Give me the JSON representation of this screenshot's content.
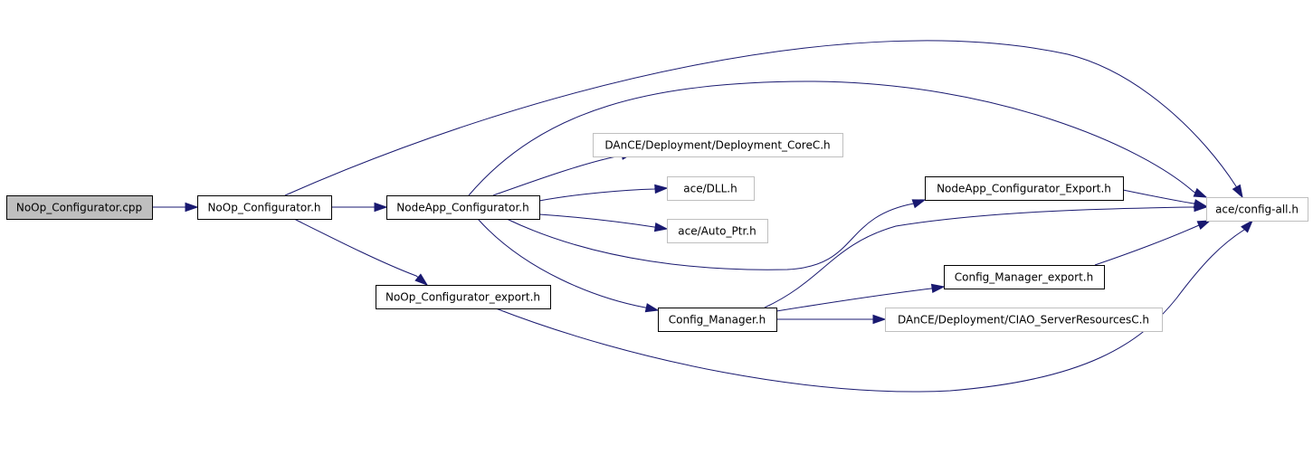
{
  "diagram": {
    "type": "include-dependency-graph",
    "colors": {
      "edge": "#191970",
      "root_fill": "#bfbfbf",
      "node_fill": "#ffffff",
      "node_border": "#000000",
      "external_border": "#bfbfbf"
    },
    "nodes": [
      {
        "id": "noop_cpp",
        "label": "NoOp_Configurator.cpp",
        "style": "root"
      },
      {
        "id": "noop_h",
        "label": "NoOp_Configurator.h",
        "style": "normal"
      },
      {
        "id": "nodeapp_h",
        "label": "NodeApp_Configurator.h",
        "style": "normal"
      },
      {
        "id": "noop_export_h",
        "label": "NoOp_Configurator_export.h",
        "style": "normal"
      },
      {
        "id": "deployment_corec_h",
        "label": "DAnCE/Deployment/Deployment_CoreC.h",
        "style": "external"
      },
      {
        "id": "ace_dll_h",
        "label": "ace/DLL.h",
        "style": "external"
      },
      {
        "id": "ace_autoptr_h",
        "label": "ace/Auto_Ptr.h",
        "style": "external"
      },
      {
        "id": "nodeapp_export_h",
        "label": "NodeApp_Configurator_Export.h",
        "style": "normal"
      },
      {
        "id": "config_manager_h",
        "label": "Config_Manager.h",
        "style": "normal"
      },
      {
        "id": "config_manager_export_h",
        "label": "Config_Manager_export.h",
        "style": "normal"
      },
      {
        "id": "ciao_serverresources_h",
        "label": "DAnCE/Deployment/CIAO_ServerResourcesC.h",
        "style": "external"
      },
      {
        "id": "ace_configall_h",
        "label": "ace/config-all.h",
        "style": "external"
      }
    ],
    "edges": [
      {
        "from": "noop_cpp",
        "to": "noop_h"
      },
      {
        "from": "noop_h",
        "to": "nodeapp_h"
      },
      {
        "from": "noop_h",
        "to": "noop_export_h"
      },
      {
        "from": "noop_h",
        "to": "ace_configall_h"
      },
      {
        "from": "nodeapp_h",
        "to": "deployment_corec_h"
      },
      {
        "from": "nodeapp_h",
        "to": "ace_dll_h"
      },
      {
        "from": "nodeapp_h",
        "to": "ace_autoptr_h"
      },
      {
        "from": "nodeapp_h",
        "to": "nodeapp_export_h"
      },
      {
        "from": "nodeapp_h",
        "to": "config_manager_h"
      },
      {
        "from": "nodeapp_h",
        "to": "ace_configall_h"
      },
      {
        "from": "nodeapp_export_h",
        "to": "ace_configall_h"
      },
      {
        "from": "config_manager_h",
        "to": "config_manager_export_h"
      },
      {
        "from": "config_manager_h",
        "to": "ciao_serverresources_h"
      },
      {
        "from": "config_manager_h",
        "to": "ace_configall_h"
      },
      {
        "from": "config_manager_export_h",
        "to": "ace_configall_h"
      },
      {
        "from": "noop_export_h",
        "to": "ace_configall_h"
      }
    ]
  }
}
